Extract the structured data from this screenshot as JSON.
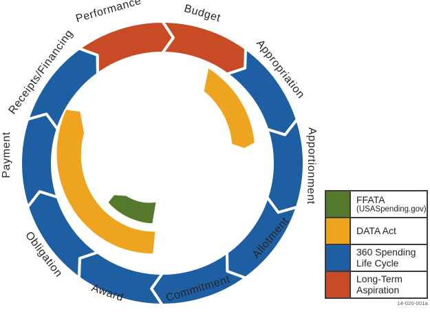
{
  "colors": {
    "life_cycle": "#1E5FA3",
    "long_term": "#C94B26",
    "data_act": "#EFA420",
    "ffata": "#55792C"
  },
  "ring": {
    "segments": [
      {
        "label": "Budget",
        "color_key": "long_term"
      },
      {
        "label": "Appropriation",
        "color_key": "life_cycle"
      },
      {
        "label": "Apportionment",
        "color_key": "life_cycle"
      },
      {
        "label": "Allotment",
        "color_key": "life_cycle"
      },
      {
        "label": "Commitment",
        "color_key": "life_cycle"
      },
      {
        "label": "Award",
        "color_key": "life_cycle"
      },
      {
        "label": "Obligation",
        "color_key": "life_cycle"
      },
      {
        "label": "Payment",
        "color_key": "life_cycle"
      },
      {
        "label": "Receipts/Financing",
        "color_key": "life_cycle"
      },
      {
        "label": "Performance",
        "color_key": "long_term"
      }
    ]
  },
  "overlays": [
    {
      "name": "DATA Act upper arc",
      "color_key": "data_act"
    },
    {
      "name": "DATA Act main arc",
      "color_key": "data_act"
    },
    {
      "name": "FFATA arc",
      "color_key": "ffata"
    }
  ],
  "legend": {
    "items": [
      {
        "label": "FFATA",
        "note": "(USASpending.gov)",
        "color_key": "ffata"
      },
      {
        "label": "DATA Act",
        "color_key": "data_act"
      },
      {
        "label": "360 Spending Life Cycle",
        "color_key": "life_cycle"
      },
      {
        "label": "Long-Term Aspiration",
        "color_key": "long_term"
      }
    ]
  },
  "figure_code": "14-020-001a"
}
